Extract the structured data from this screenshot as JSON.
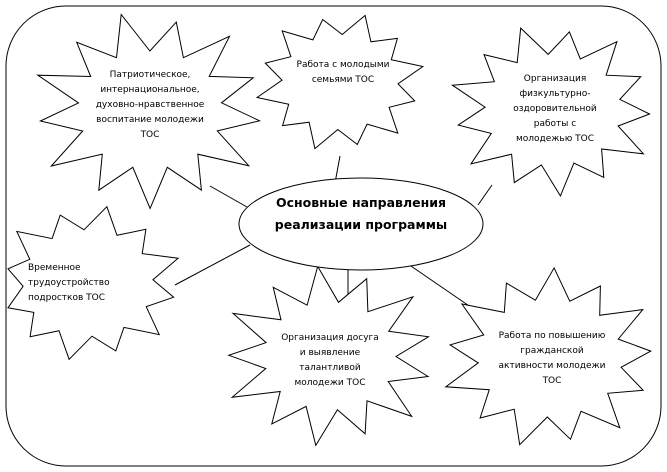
{
  "diagram": {
    "center": "Основные направления\nреализации программы",
    "branches": [
      "Патриотическое,\nинтернациональное,\nдуховно-нравственное\nвоспитание молодежи\nТОС",
      "Работа с молодыми\nсемьями ТОС",
      "Организация\nфизкультурно-\nоздоровительной\nработы с\nмолодежью ТОС",
      "Временное\nтрудоустройство\nподростков ТОС",
      "Организация досуга\nи выявление\nталантливой\nмолодежи ТОС",
      "Работа по повышению\nгражданской\nактивности молодежи\nТОС"
    ]
  }
}
